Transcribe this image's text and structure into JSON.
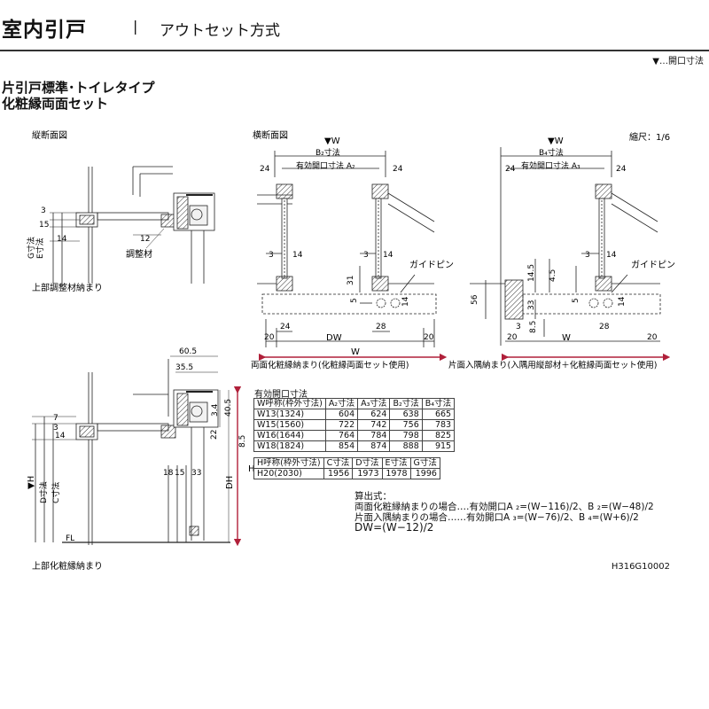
{
  "header": {
    "title": "室内引戸",
    "separator": "|",
    "method": "アウトセット方式",
    "legend": "▼…開口寸法",
    "subtitle_1": "片引戸標準･トイレタイプ",
    "subtitle_2": "化粧縁両面セット"
  },
  "views": {
    "vertical_section": "縦断面図",
    "horizontal_section": "横断面図",
    "scale": "縮尺：1/6"
  },
  "left_top": {
    "dims": [
      "3",
      "15",
      "14",
      "12"
    ],
    "g_label": "G寸法",
    "e_label": "E寸法",
    "part": "調整材",
    "caption": "上部調整材納まり"
  },
  "left_bottom": {
    "dims": [
      "60.5",
      "35.5",
      "7",
      "3",
      "14",
      "3.4",
      "40.5",
      "22",
      "8.5",
      "18",
      "15",
      "33"
    ],
    "h_label": "▼H",
    "d_label": "D寸法",
    "c_label": "C寸法",
    "dh_label": "DH",
    "h_dim": "H",
    "fl": "FL",
    "caption": "上部化粧縁納まり"
  },
  "mid": {
    "w_top": "▼W",
    "b2": "B₂寸法",
    "a2": "有効開口寸法 A₂",
    "dims": [
      "24",
      "24",
      "3",
      "14",
      "3",
      "14",
      "31",
      "5",
      "14",
      "24",
      "28",
      "20",
      "20"
    ],
    "guide_pin": "ガイドピン",
    "dw": "DW",
    "w": "W",
    "caption": "両面化粧縁納まり(化粧縁両面セット使用)"
  },
  "right": {
    "w_top": "▼W",
    "b4": "B₄寸法",
    "a3": "有効開口寸法 A₃",
    "dims": [
      "24",
      "24",
      "14.5",
      "4.5",
      "3",
      "14",
      "56",
      "33",
      "8.5",
      "3",
      "5",
      "14",
      "28",
      "20",
      "20"
    ],
    "guide_pin": "ガイドピン",
    "w": "W",
    "caption": "片面入隅納まり(入隅用縦部材＋化粧縁両面セット使用)"
  },
  "table1": {
    "caption": "有効開口寸法",
    "headers": [
      "W呼称(枠外寸法)",
      "A₂寸法",
      "A₃寸法",
      "B₂寸法",
      "B₄寸法"
    ],
    "rows": [
      [
        "W13(1324)",
        "604",
        "624",
        "638",
        "665"
      ],
      [
        "W15(1560)",
        "722",
        "742",
        "756",
        "783"
      ],
      [
        "W16(1644)",
        "764",
        "784",
        "798",
        "825"
      ],
      [
        "W18(1824)",
        "854",
        "874",
        "888",
        "915"
      ]
    ]
  },
  "table2": {
    "headers": [
      "H呼称(枠外寸法)",
      "C寸法",
      "D寸法",
      "E寸法",
      "G寸法"
    ],
    "rows": [
      [
        "H20(2030)",
        "1956",
        "1973",
        "1978",
        "1996"
      ]
    ]
  },
  "formulas": {
    "title": "算出式：",
    "line1": "両面化粧縁納まりの場合‥‥有効開口A ₂=(W−116)/2、B ₂=(W−48)/2",
    "line2": "片面入隅納まりの場合‥‥‥有効開口A ₃=(W−76)/2、B ₄=(W+6)/2",
    "line3": "DW=(W−12)/2"
  },
  "code": "H316G10002",
  "colors": {
    "dimension_arrow": "#b0203a",
    "line": "#222222"
  }
}
